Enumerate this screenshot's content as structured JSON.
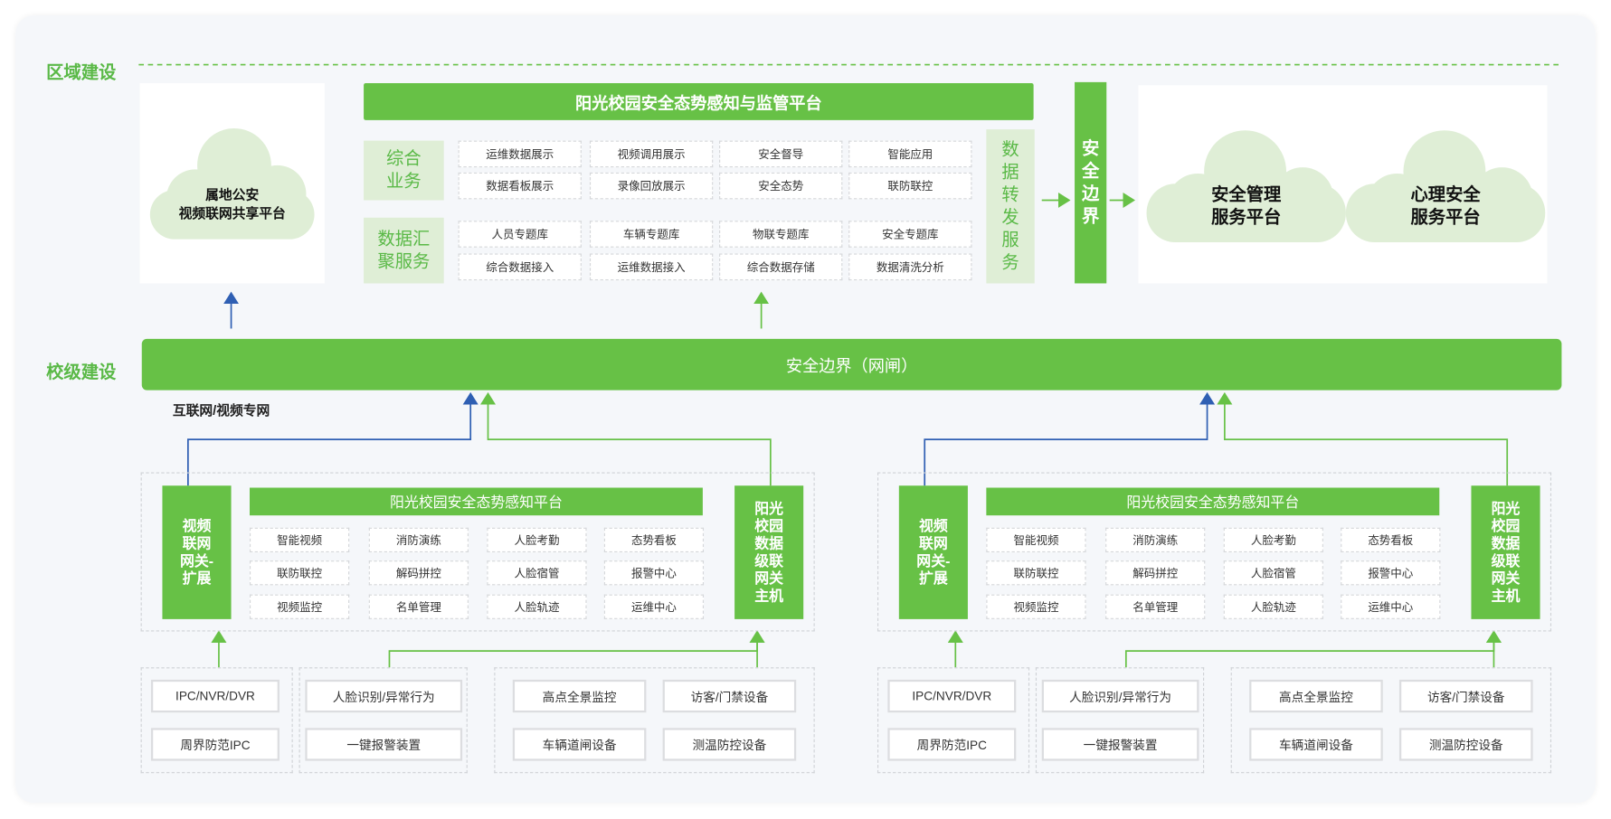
{
  "region": {
    "label": "区域建设",
    "police_cloud": {
      "line1": "属地公安",
      "line2": "视频联网共享平台"
    },
    "platform_title": "阳光校园安全态势感知与监管平台",
    "group1_label": "综合业务",
    "group1_cells": [
      "运维数据展示",
      "视频调用展示",
      "安全督导",
      "智能应用",
      "数据看板展示",
      "录像回放展示",
      "安全态势",
      "联防联控"
    ],
    "group2_label": "数据汇聚服务",
    "group2_cells": [
      "人员专题库",
      "车辆专题库",
      "物联专题库",
      "安全专题库",
      "综合数据接入",
      "运维数据接入",
      "综合数据存储",
      "数据清洗分析"
    ],
    "forward_label": "数据转发服务",
    "boundary_label": "安全边界",
    "cloud_right1": {
      "line1": "安全管理",
      "line2": "服务平台"
    },
    "cloud_right2": {
      "line1": "心理安全",
      "line2": "服务平台"
    }
  },
  "school": {
    "label": "校级建设",
    "gateway_bar": "安全边界（网闸）",
    "network_label": "互联网/视频专网",
    "blocks": [
      {
        "gateway": "视频联网网关-扩展",
        "platform_title": "阳光校园安全态势感知平台",
        "cells": [
          "智能视频",
          "消防演练",
          "人脸考勤",
          "态势看板",
          "联防联控",
          "解码拼控",
          "人脸宿管",
          "报警中心",
          "视频监控",
          "名单管理",
          "人脸轨迹",
          "运维中心"
        ],
        "host": "阳光校园数据级联网关主机",
        "devices_a": [
          "IPC/NVR/DVR",
          "周界防范IPC"
        ],
        "devices_b": [
          "人脸识别/异常行为",
          "一键报警装置"
        ],
        "devices_c": [
          "高点全景监控",
          "访客/门禁设备",
          "车辆道闸设备",
          "测温防控设备"
        ]
      },
      {
        "gateway": "视频联网网关-扩展",
        "platform_title": "阳光校园安全态势感知平台",
        "cells": [
          "智能视频",
          "消防演练",
          "人脸考勤",
          "态势看板",
          "联防联控",
          "解码拼控",
          "人脸宿管",
          "报警中心",
          "视频监控",
          "名单管理",
          "人脸轨迹",
          "运维中心"
        ],
        "host": "阳光校园数据级联网关主机",
        "devices_a": [
          "IPC/NVR/DVR",
          "周界防范IPC"
        ],
        "devices_b": [
          "人脸识别/异常行为",
          "一键报警装置"
        ],
        "devices_c": [
          "高点全景监控",
          "访客/门禁设备",
          "车辆道闸设备",
          "测温防控设备"
        ]
      }
    ]
  },
  "colors": {
    "green": "#67c146",
    "light_green": "#dfeed6",
    "blue": "#2f5fb3",
    "bg": "#f5f7fa"
  }
}
